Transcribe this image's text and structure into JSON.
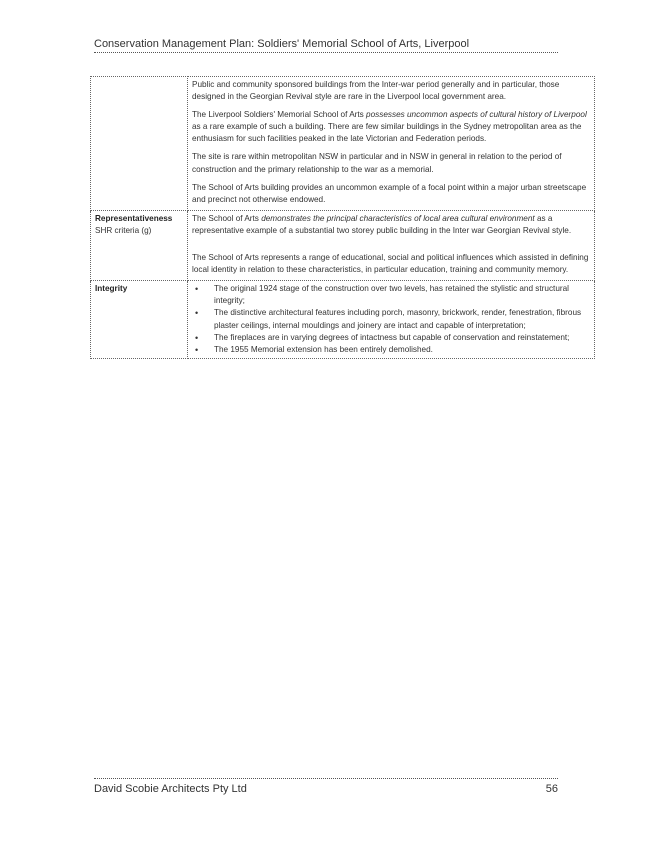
{
  "header": {
    "title": "Conservation Management Plan: Soldiers' Memorial School of Arts, Liverpool"
  },
  "rarity": {
    "p1": "Public and community sponsored buildings from the Inter-war period generally and in particular, those designed in the Georgian Revival style are rare in the Liverpool local government area.",
    "p2_pre": "The Liverpool Soldiers' Memorial School of Arts ",
    "p2_em": "possesses uncommon aspects of cultural history of Liverpool",
    "p2_post": " as a rare example of such a building. There are few similar buildings in the Sydney metropolitan area as the enthusiasm for such facilities peaked in the late Victorian and Federation periods.",
    "p3": "The site is rare within metropolitan NSW in particular and in NSW in general in relation to the period of construction and the primary relationship to the war as a memorial.",
    "p4": "The School of Arts building provides an uncommon example of a focal point within a major urban streetscape and precinct not otherwise endowed."
  },
  "representativeness": {
    "label": "Representativeness",
    "sub": "SHR criteria (g)",
    "p1_pre": "The School of Arts ",
    "p1_em": "demonstrates the principal characteristics of local area cultural environment",
    "p1_post": " as a representative example of a substantial two storey public building in the Inter war Georgian Revival style.",
    "p2": "The School of Arts represents a range of educational, social and political influences which assisted in defining local identity in relation to these characteristics, in particular education, training and community memory."
  },
  "integrity": {
    "label": "Integrity",
    "items": [
      "The original 1924 stage of the construction over two levels, has retained the stylistic and structural integrity;",
      "The distinctive architectural features including porch, masonry, brickwork, render, fenestration, fibrous plaster ceilings, internal mouldings and joinery are intact and capable of interpretation;",
      "The fireplaces are in varying degrees of intactness but capable of conservation and reinstatement;",
      "The 1955 Memorial extension has been entirely demolished."
    ]
  },
  "footer": {
    "company": "David Scobie Architects Pty Ltd",
    "page_number": "56"
  }
}
